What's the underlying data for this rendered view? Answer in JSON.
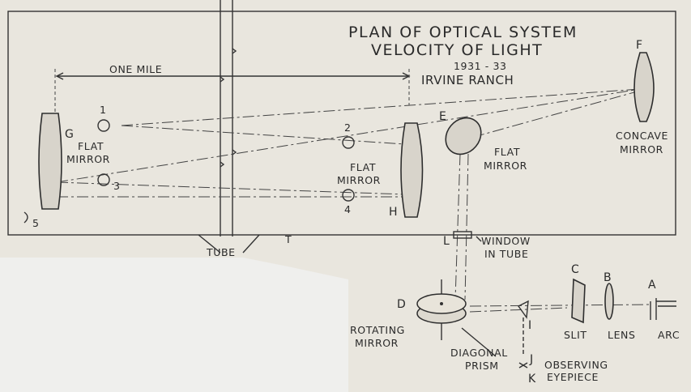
{
  "title": {
    "line1": "PLAN OF OPTICAL SYSTEM",
    "line2": "VELOCITY OF LIGHT",
    "line3": "1931 - 33",
    "line4": "IRVINE RANCH"
  },
  "scale_label": "ONE MILE",
  "labels": {
    "F": "F",
    "concave_1": "CONCAVE",
    "concave_2": "MIRROR",
    "E": "E",
    "flat_e_1": "FLAT",
    "flat_e_2": "MIRROR",
    "G": "G",
    "flat_g_1": "FLAT",
    "flat_g_2": "MIRROR",
    "H": "H",
    "flat_h_1": "FLAT",
    "flat_h_2": "MIRROR",
    "n1": "1",
    "n2": "2",
    "n3": "3",
    "n4": "4",
    "n5": "5",
    "tube": "TUBE",
    "T": "T",
    "L": "L",
    "window_1": "WINDOW",
    "window_2": "IN TUBE",
    "D": "D",
    "rotating_1": "ROTATING",
    "rotating_2": "MIRROR",
    "C": "C",
    "slit": "SLIT",
    "B": "B",
    "lens": "LENS",
    "A": "A",
    "arc": "ARC",
    "I": "I",
    "J": "J",
    "K": "K",
    "prism_1": "DIAGONAL",
    "prism_2": "PRISM",
    "eyepiece_1": "OBSERVING",
    "eyepiece_2": "EYEPIECE"
  }
}
